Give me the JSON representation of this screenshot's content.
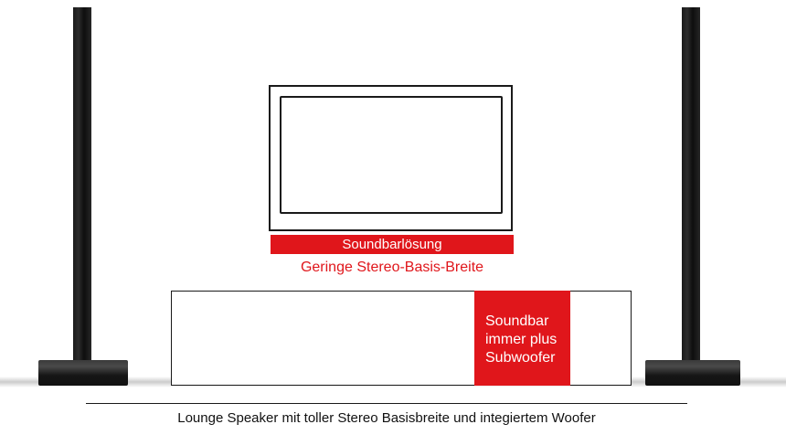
{
  "labels": {
    "soundbar_solution": "Soundbarlösung",
    "soundbar_subtitle": "Geringe Stereo-Basis-Breite",
    "subwoofer_note": "Soundbar\nimmer plus\nSubwoofer",
    "caption": "Lounge Speaker mit toller Stereo Basisbreite und integiertem Woofer"
  },
  "colors": {
    "accent_red": "#e0161b",
    "line": "#1a1a1a",
    "background": "#ffffff"
  }
}
